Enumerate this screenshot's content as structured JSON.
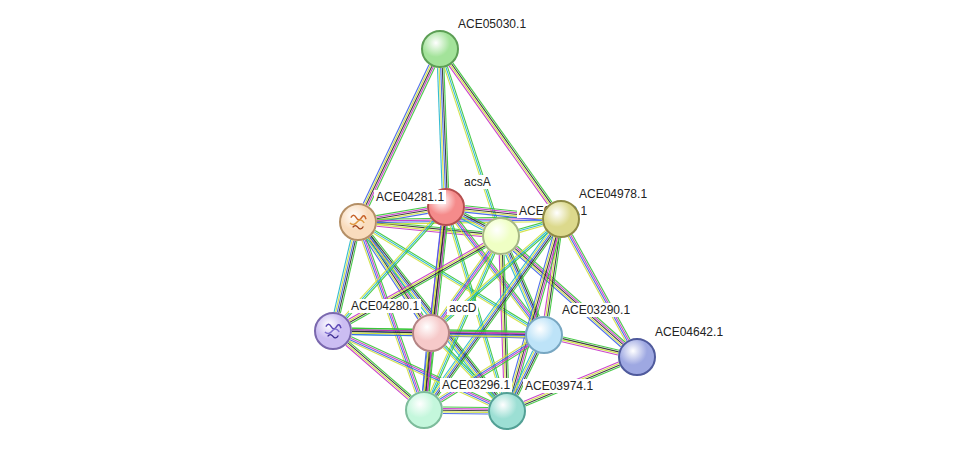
{
  "diagram": {
    "nodes": [
      {
        "text": [
          "ACE05030.1"
        ]
      },
      {
        "text": [
          "acsA"
        ]
      },
      {
        "text": [
          "ACE04281.1"
        ]
      },
      {
        "text": [
          "ACE03548.1"
        ]
      },
      {
        "text": [
          "ACE04978.1"
        ]
      },
      {
        "text": [
          "ACE04280.1"
        ]
      },
      {
        "text": [
          "accD"
        ]
      },
      {
        "text": [
          "ACE03290.1"
        ]
      },
      {
        "text": [
          "ACE04642.1"
        ]
      },
      {
        "text": [
          "ACE03296.1"
        ]
      },
      {
        "text": [
          "ACE03974.1"
        ]
      }
    ],
    "edges": [
      {
        "from": 0,
        "to": 1,
        "arrow": "none"
      },
      {
        "from": 0,
        "to": 2,
        "arrow": "none"
      },
      {
        "from": 0,
        "to": 3,
        "arrow": "none"
      },
      {
        "from": 0,
        "to": 4,
        "arrow": "none"
      },
      {
        "from": 2,
        "to": 1,
        "arrow": "none"
      },
      {
        "from": 2,
        "to": 3,
        "arrow": "none"
      },
      {
        "from": 2,
        "to": 4,
        "arrow": "none"
      },
      {
        "from": 2,
        "to": 5,
        "arrow": "none"
      },
      {
        "from": 2,
        "to": 6,
        "arrow": "none"
      },
      {
        "from": 2,
        "to": 7,
        "arrow": "none"
      },
      {
        "from": 2,
        "to": 9,
        "arrow": "none"
      },
      {
        "from": 2,
        "to": 10,
        "arrow": "none"
      },
      {
        "from": 1,
        "to": 3,
        "arrow": "none"
      },
      {
        "from": 1,
        "to": 4,
        "arrow": "none"
      },
      {
        "from": 1,
        "to": 5,
        "arrow": "none"
      },
      {
        "from": 1,
        "to": 6,
        "arrow": "none"
      },
      {
        "from": 1,
        "to": 7,
        "arrow": "none"
      },
      {
        "from": 1,
        "to": 9,
        "arrow": "none"
      },
      {
        "from": 1,
        "to": 10,
        "arrow": "none"
      },
      {
        "from": 3,
        "to": 4,
        "arrow": "none"
      },
      {
        "from": 3,
        "to": 5,
        "arrow": "none"
      },
      {
        "from": 3,
        "to": 6,
        "arrow": "none"
      },
      {
        "from": 3,
        "to": 7,
        "arrow": "none"
      },
      {
        "from": 3,
        "to": 8,
        "arrow": "none"
      },
      {
        "from": 3,
        "to": 9,
        "arrow": "none"
      },
      {
        "from": 3,
        "to": 10,
        "arrow": "none"
      },
      {
        "from": 4,
        "to": 6,
        "arrow": "none"
      },
      {
        "from": 4,
        "to": 7,
        "arrow": "none"
      },
      {
        "from": 4,
        "to": 8,
        "arrow": "none"
      },
      {
        "from": 4,
        "to": 9,
        "arrow": "none"
      },
      {
        "from": 4,
        "to": 10,
        "arrow": "none"
      },
      {
        "from": 5,
        "to": 6,
        "arrow": "none"
      },
      {
        "from": 5,
        "to": 7,
        "arrow": "none"
      },
      {
        "from": 5,
        "to": 9,
        "arrow": "none"
      },
      {
        "from": 5,
        "to": 10,
        "arrow": "none"
      },
      {
        "from": 6,
        "to": 7,
        "arrow": "none"
      },
      {
        "from": 6,
        "to": 9,
        "arrow": "none"
      },
      {
        "from": 6,
        "to": 10,
        "arrow": "none"
      },
      {
        "from": 7,
        "to": 8,
        "arrow": "none"
      },
      {
        "from": 7,
        "to": 9,
        "arrow": "none"
      },
      {
        "from": 7,
        "to": 10,
        "arrow": "none"
      },
      {
        "from": 8,
        "to": 10,
        "arrow": "none"
      },
      {
        "from": 9,
        "to": 10,
        "arrow": "none"
      }
    ]
  }
}
